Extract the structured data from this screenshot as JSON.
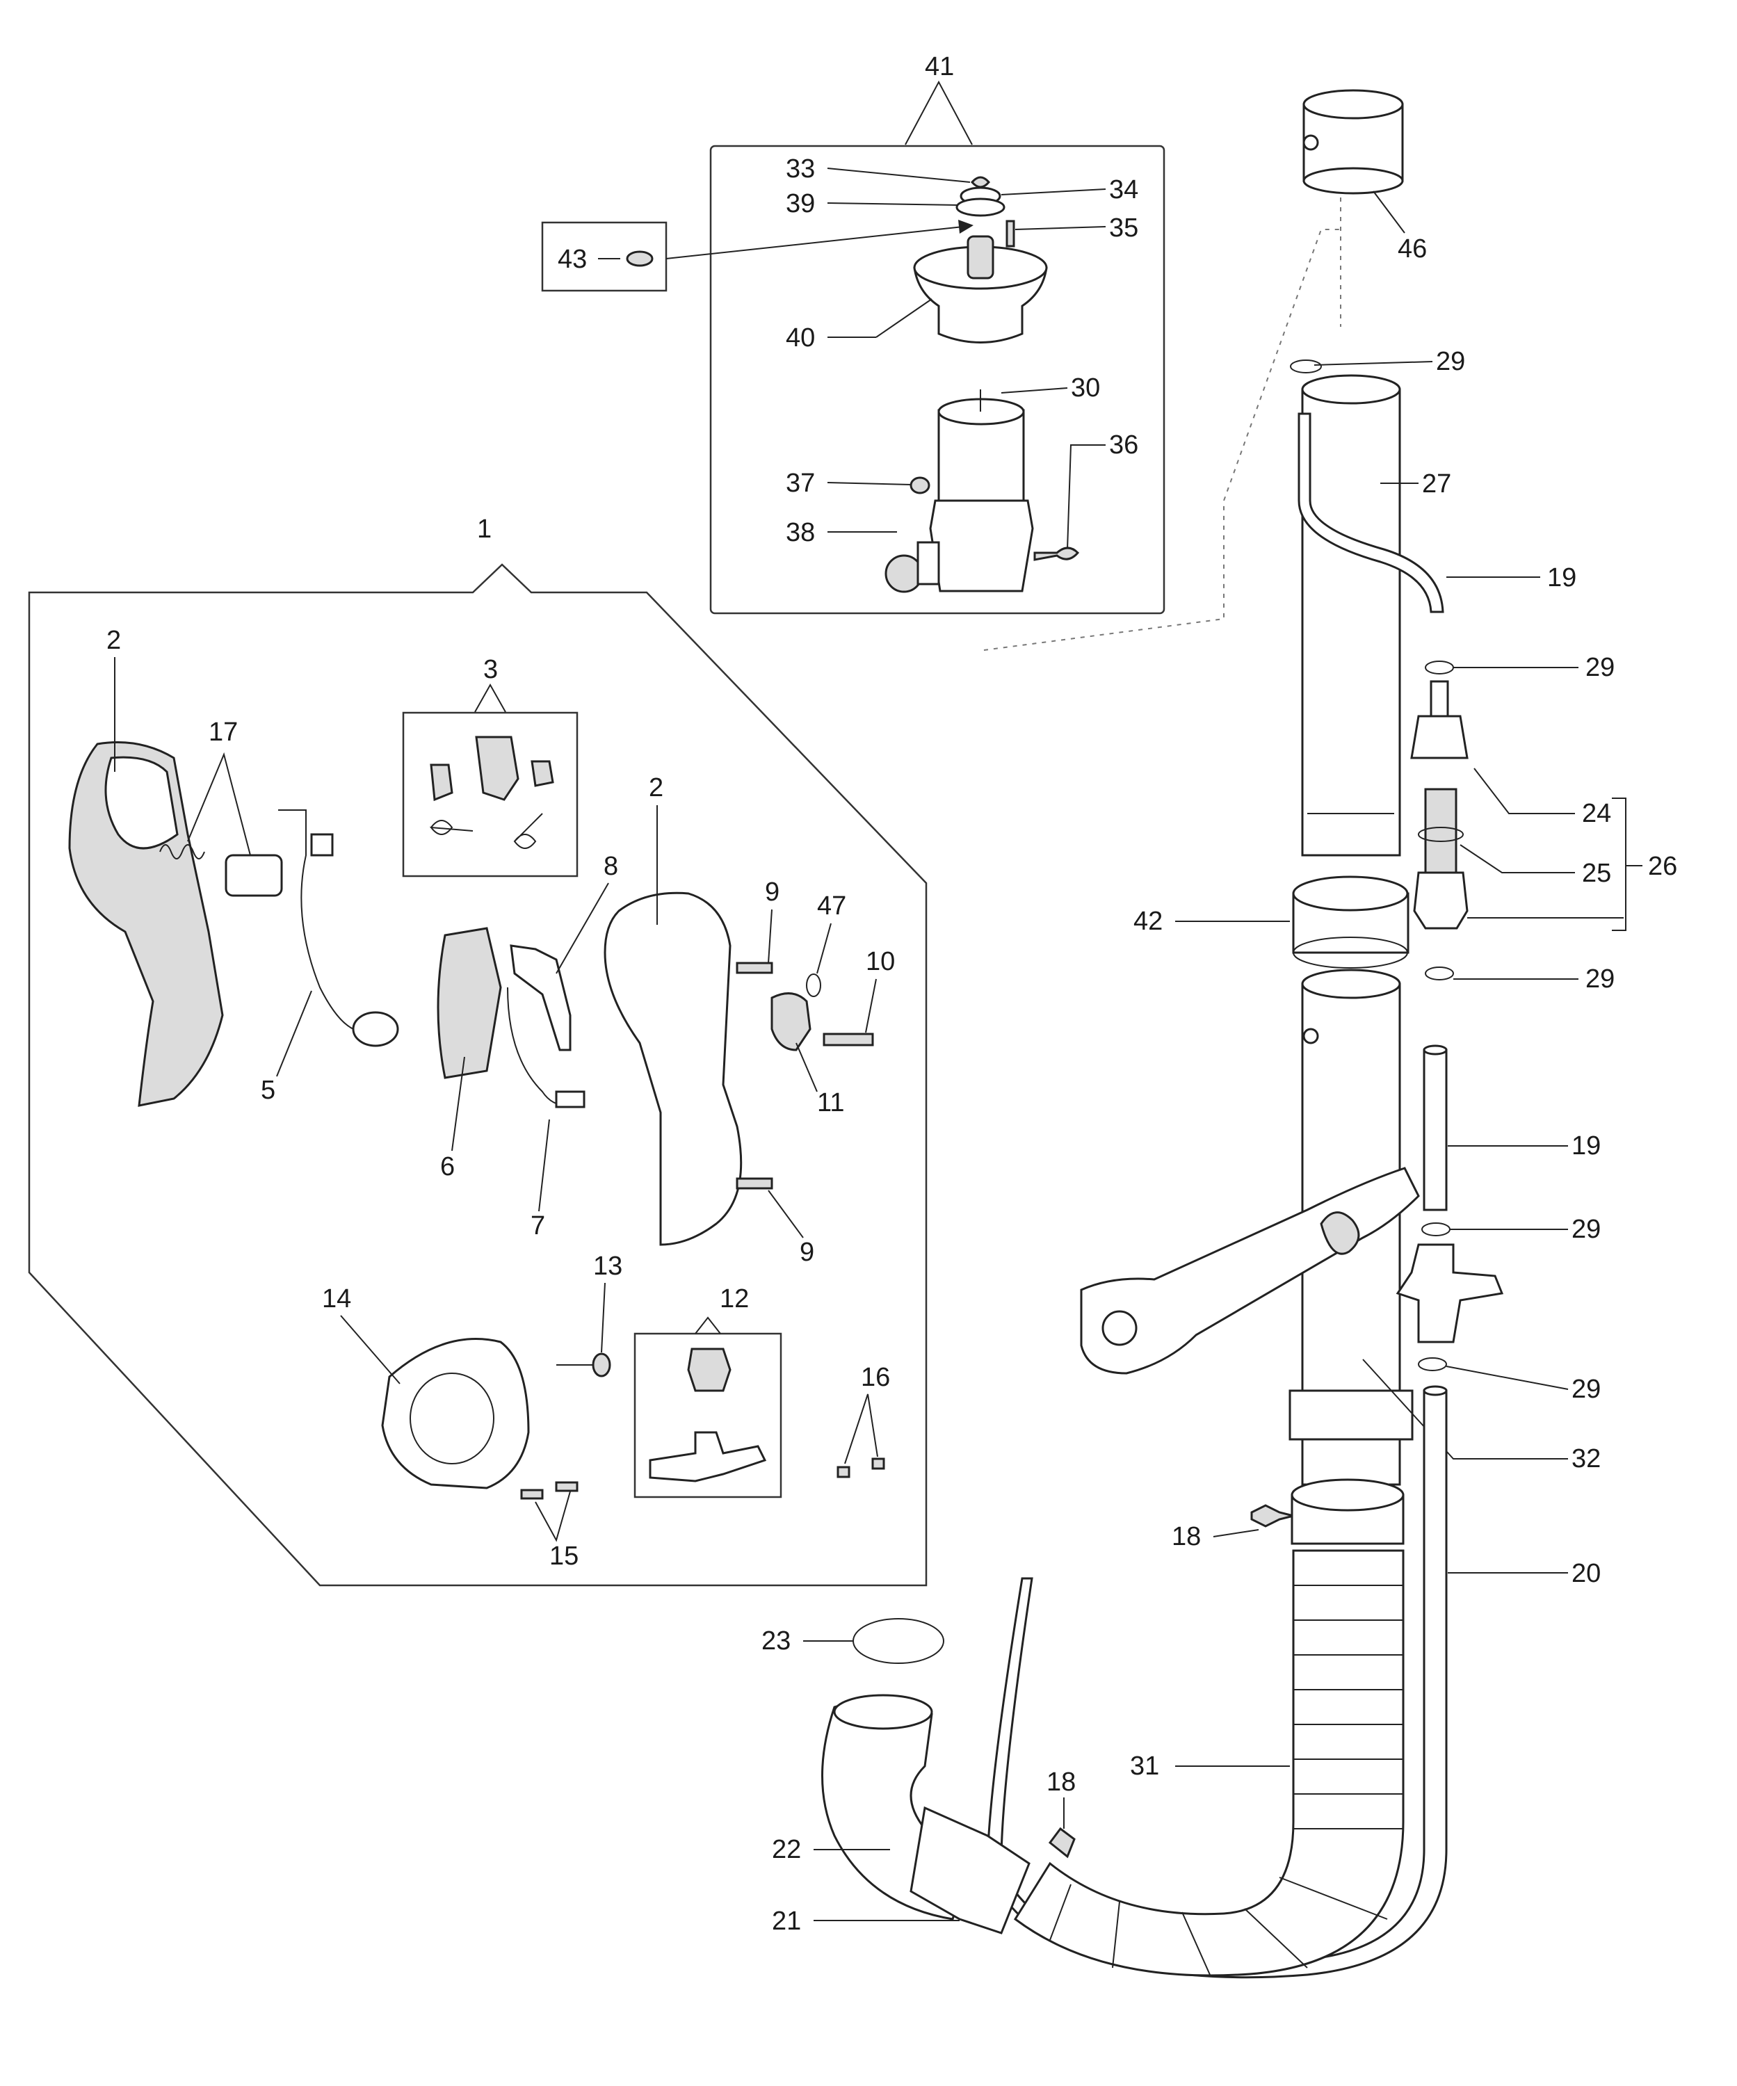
{
  "callouts": {
    "c1": "1",
    "c2a": "2",
    "c2b": "2",
    "c3": "3",
    "c5": "5",
    "c6": "6",
    "c7": "7",
    "c8": "8",
    "c9a": "9",
    "c9b": "9",
    "c10": "10",
    "c11": "11",
    "c12": "12",
    "c13": "13",
    "c14": "14",
    "c15": "15",
    "c16": "16",
    "c17": "17",
    "c18a": "18",
    "c18b": "18",
    "c19a": "19",
    "c19b": "19",
    "c20": "20",
    "c21": "21",
    "c22": "22",
    "c23": "23",
    "c24": "24",
    "c25": "25",
    "c26": "26",
    "c27": "27",
    "c29a": "29",
    "c29b": "29",
    "c29c": "29",
    "c29d": "29",
    "c29e": "29",
    "c30": "30",
    "c31": "31",
    "c32": "32",
    "c33": "33",
    "c34": "34",
    "c35": "35",
    "c36": "36",
    "c37": "37",
    "c38": "38",
    "c39": "39",
    "c40": "40",
    "c41": "41",
    "c42": "42",
    "c43": "43",
    "c46": "46",
    "c47": "47"
  }
}
